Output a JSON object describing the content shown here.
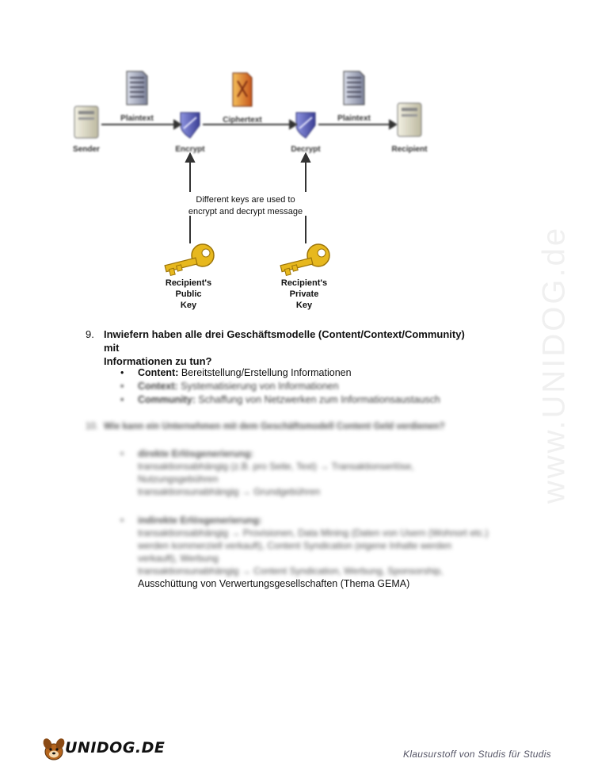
{
  "diagram": {
    "labels": {
      "plaintext_left": "Plaintext",
      "ciphertext": "Ciphertext",
      "plaintext_right": "Plaintext",
      "sender": "Sender",
      "encrypt": "Encrypt",
      "decrypt": "Decrypt",
      "recipient": "Recipient"
    },
    "note_line1": "Different keys are used to",
    "note_line2": "encrypt and decrypt message",
    "public_key_line1": "Recipient's",
    "public_key_line2": "Public",
    "public_key_line3": "Key",
    "private_key_line1": "Recipient's",
    "private_key_line2": "Private",
    "private_key_line3": "Key",
    "colors": {
      "key": "#e7b81e",
      "shield": "#5a5fb0",
      "arrow": "#333333"
    }
  },
  "question9": {
    "number": "9.",
    "line1": "Inwiefern haben alle drei Geschäftsmodelle (Content/Context/Community) mit",
    "line2": "Informationen zu tun?",
    "bullets": [
      {
        "label": "Content:",
        "text": " Bereitstellung/Erstellung Informationen"
      },
      {
        "label": "Context:",
        "text": " Systematisierung von Informationen"
      },
      {
        "label": "Community:",
        "text": " Schaffung von Netzwerken zum Informationsaustausch"
      }
    ]
  },
  "question10": {
    "number": "10.",
    "text": "Wie kann ein Unternehmen mit dem Geschäftsmodell Content Geld verdienen?",
    "direct": {
      "head": "direkte Erlösgenerierung:",
      "lines": [
        "transaktionsabhängig (z.B. pro Seite, Text) → Transaktionserlöse,",
        "Nutzungsgebühren",
        "transaktionsunabhängig → Grundgebühren"
      ]
    },
    "indirect": {
      "head": "indirekte Erlösgenerierung:",
      "lines": [
        "transaktionsabhängig → Provisionen, Data Mining (Daten von Usern (Wohnort etc.)",
        "werden kommerziell verkauft), Content Syndication (eigene Inhalte werden",
        "verkauft), Werbung",
        "transaktionsunabhängig → Content Syndication, Werbung, Sponsorship,"
      ]
    },
    "clear_line": "Ausschüttung von Verwertungsgesellschaften (Thema GEMA)"
  },
  "watermark": "www.UNIDOG.de",
  "footer": {
    "logo_text": "UNIDOG.DE",
    "tagline": "Klausurstoff von Studis für Studis"
  }
}
